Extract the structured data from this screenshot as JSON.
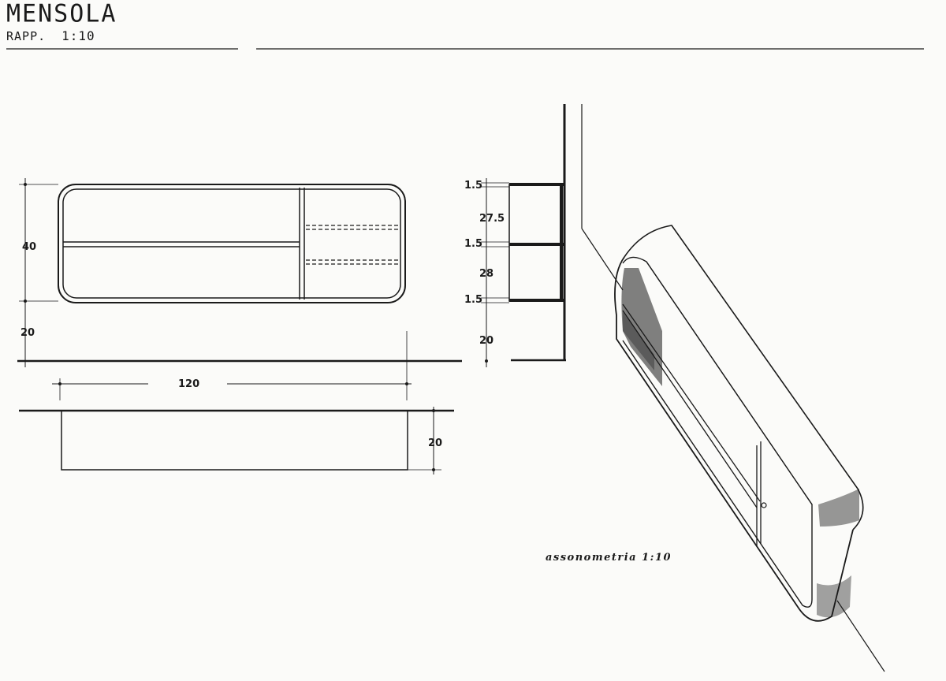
{
  "title": "MENSOLA",
  "scale_label": "RAPP.",
  "scale_value": "1:10",
  "front_view": {
    "height_dim": "40",
    "offset_dim": "20",
    "width_dim": "120"
  },
  "side_view": {
    "dims": [
      "1.5",
      "27.5",
      "1.5",
      "28",
      "1.5",
      "20"
    ]
  },
  "plan_view": {
    "depth_dim": "20"
  },
  "axonometric_caption": "assonometria 1:10"
}
